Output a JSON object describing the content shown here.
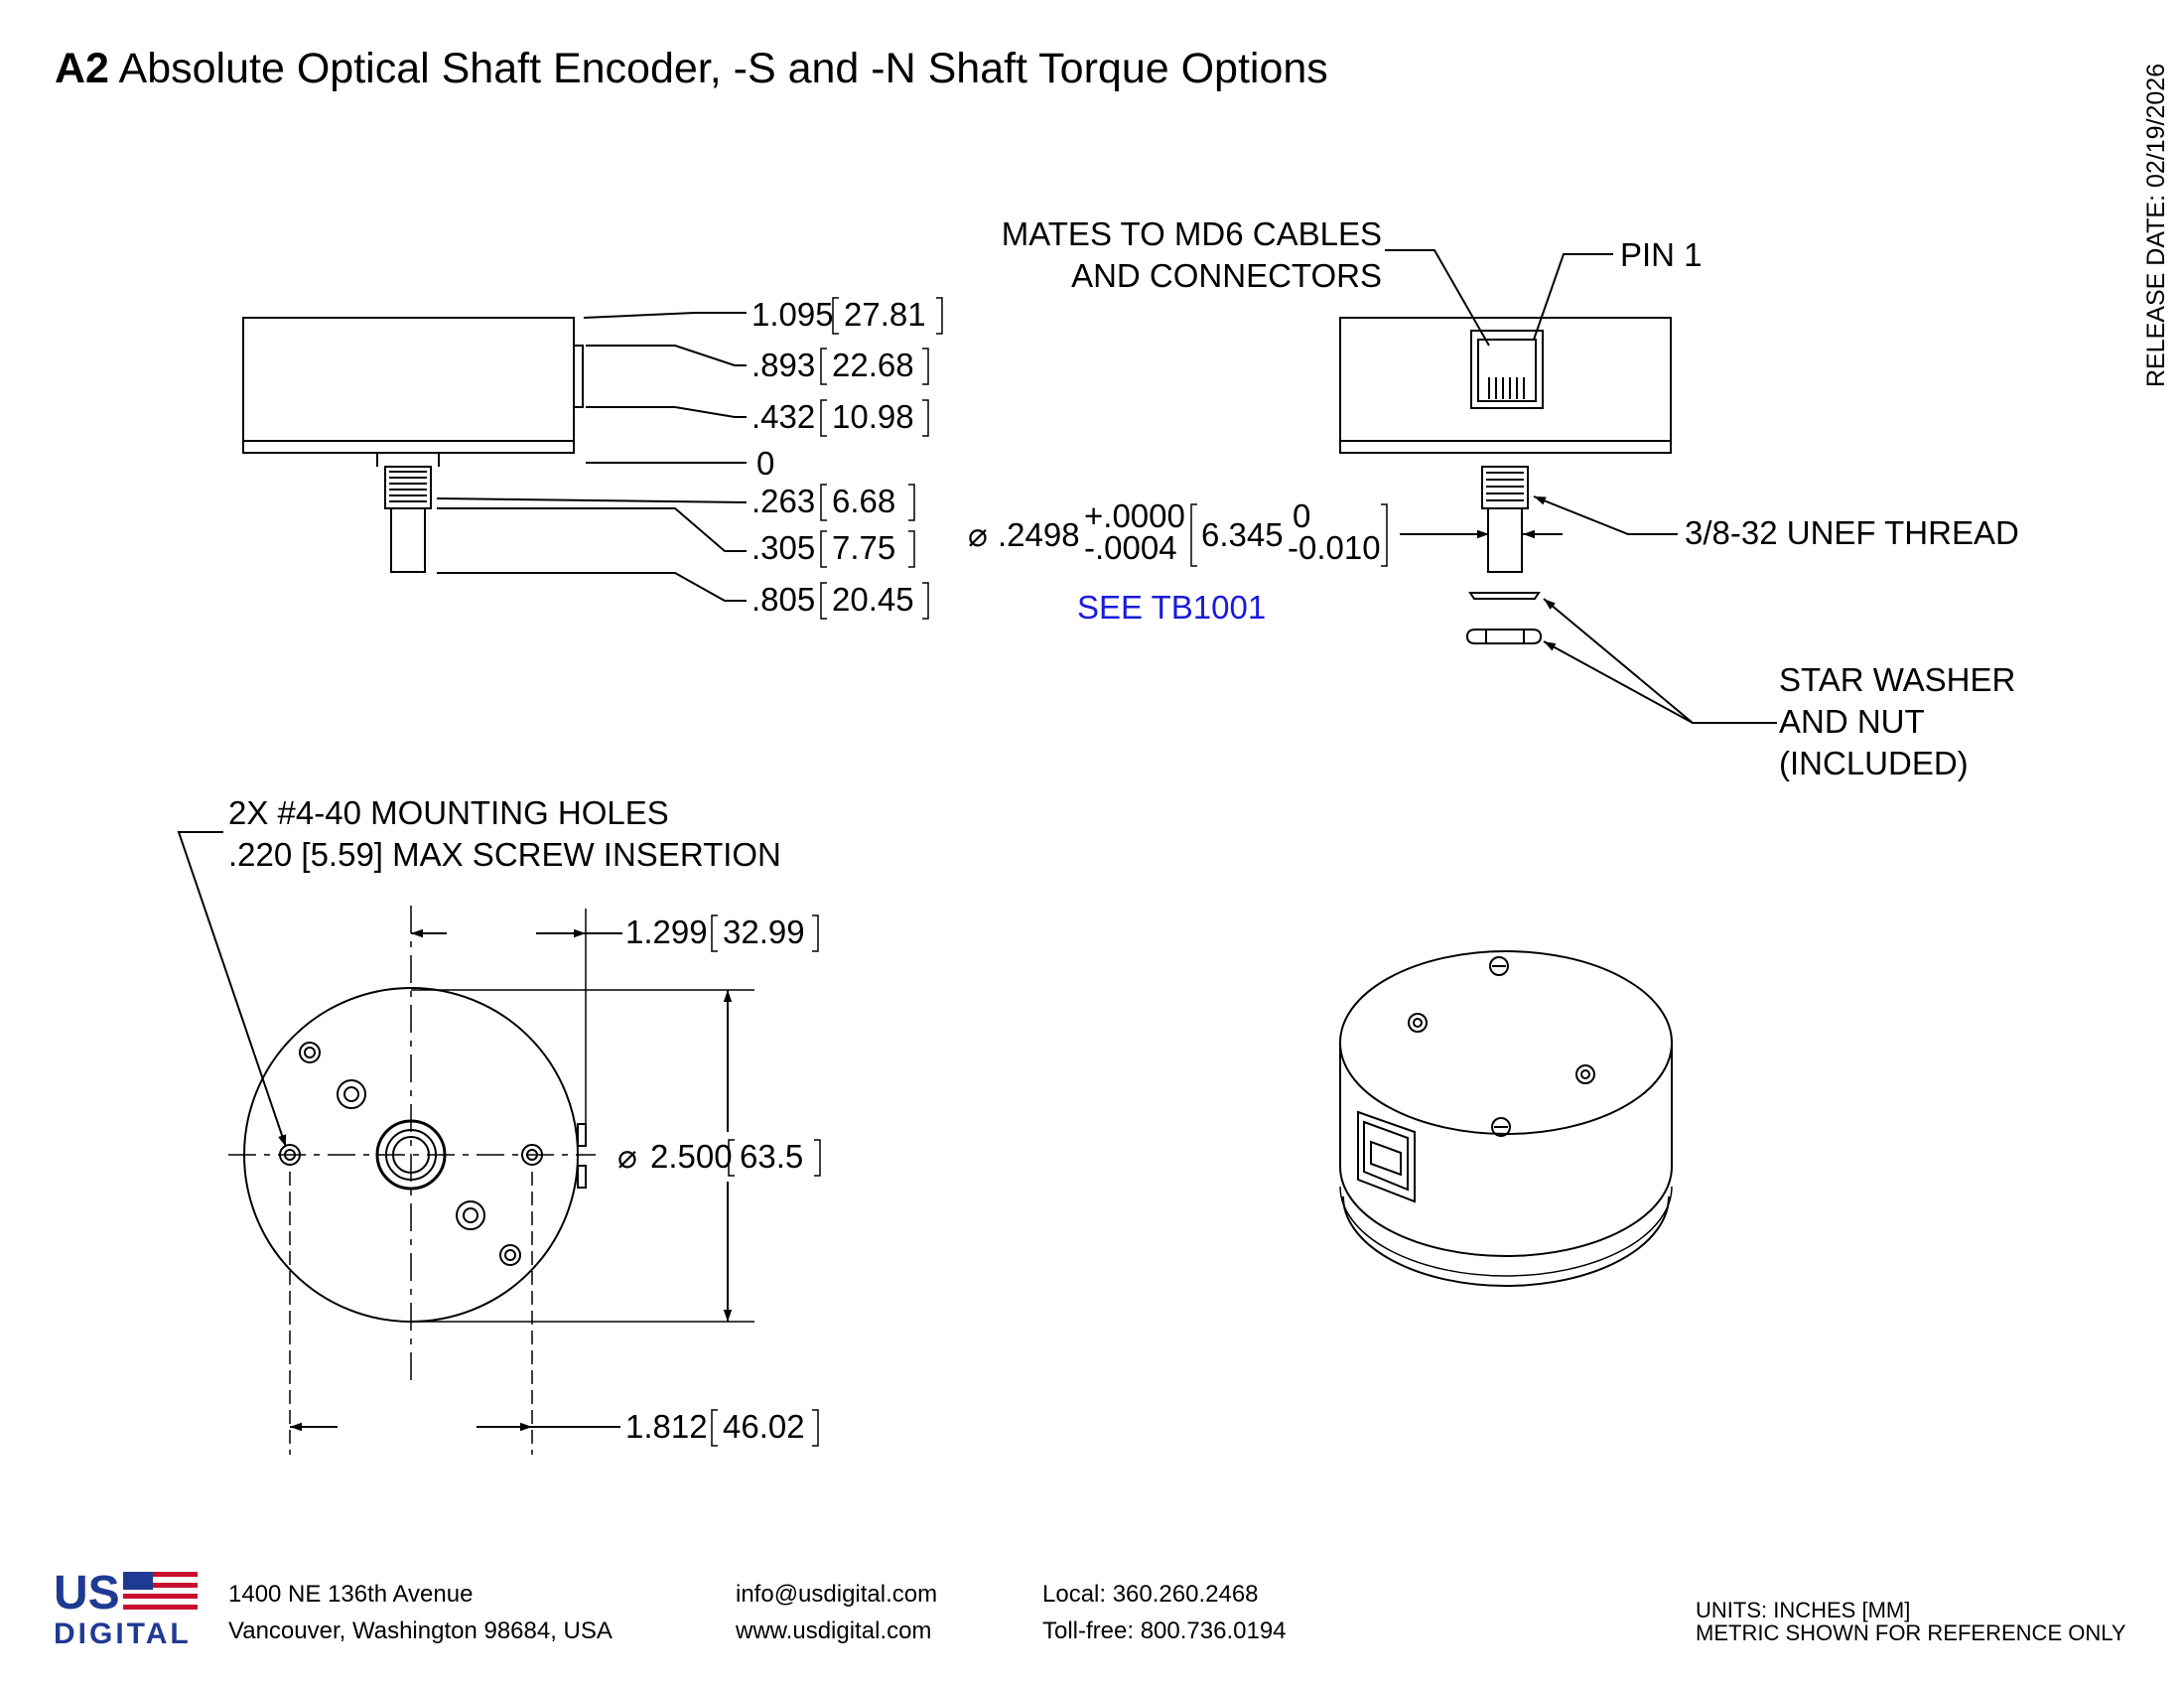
{
  "title": {
    "model": "A2",
    "text": "Absolute Optical Shaft Encoder, -S and -N Shaft Torque Options"
  },
  "release_date": "RELEASE DATE: 02/19/2026",
  "side_view_dims": {
    "d1": {
      "in": "1.095",
      "mm": "27.81"
    },
    "d2": {
      "in": ".893",
      "mm": "22.68"
    },
    "d3": {
      "in": ".432",
      "mm": "10.98"
    },
    "d4": {
      "in": "0"
    },
    "d5": {
      "in": ".263",
      "mm": "6.68"
    },
    "d6": {
      "in": ".305",
      "mm": "7.75"
    },
    "d7": {
      "in": ".805",
      "mm": "20.45"
    }
  },
  "connector_view": {
    "mates_line1": "MATES TO MD6 CABLES",
    "mates_line2": "AND CONNECTORS",
    "pin": "PIN 1",
    "shaft_dia_symbol": "⌀",
    "shaft_dia": ".2498",
    "tol_plus": "+.0000",
    "tol_minus": "-.0004",
    "shaft_mm": "6.345",
    "tol_mm_plus": "0",
    "tol_mm_minus": "-0.010",
    "see_ref": "SEE TB1001",
    "thread": "3/8-32 UNEF THREAD",
    "washer_line1": "STAR WASHER",
    "washer_line2": "AND NUT",
    "washer_line3": "(INCLUDED)"
  },
  "front_view": {
    "holes_line1": "2X #4-40 MOUNTING HOLES",
    "holes_line2": ".220 [5.59] MAX SCREW INSERTION",
    "dim_top": {
      "in": "1.299",
      "mm": "32.99"
    },
    "dim_dia": {
      "symbol": "⌀",
      "in": "2.500",
      "mm": "63.5"
    },
    "dim_bottom": {
      "in": "1.812",
      "mm": "46.02"
    }
  },
  "footer": {
    "logo_top": "US",
    "logo_bottom": "DIGITAL",
    "address1": "1400 NE 136th Avenue",
    "address2": "Vancouver, Washington 98684, USA",
    "email": "info@usdigital.com",
    "web": "www.usdigital.com",
    "local": "Local: 360.260.2468",
    "tollfree": "Toll-free: 800.736.0194",
    "units1": "UNITS: INCHES [MM]",
    "units2": "METRIC SHOWN FOR REFERENCE ONLY"
  },
  "colors": {
    "line": "#000000",
    "link": "#1a1adc",
    "flag_red": "#c8102e",
    "flag_blue": "#1f3a93"
  }
}
